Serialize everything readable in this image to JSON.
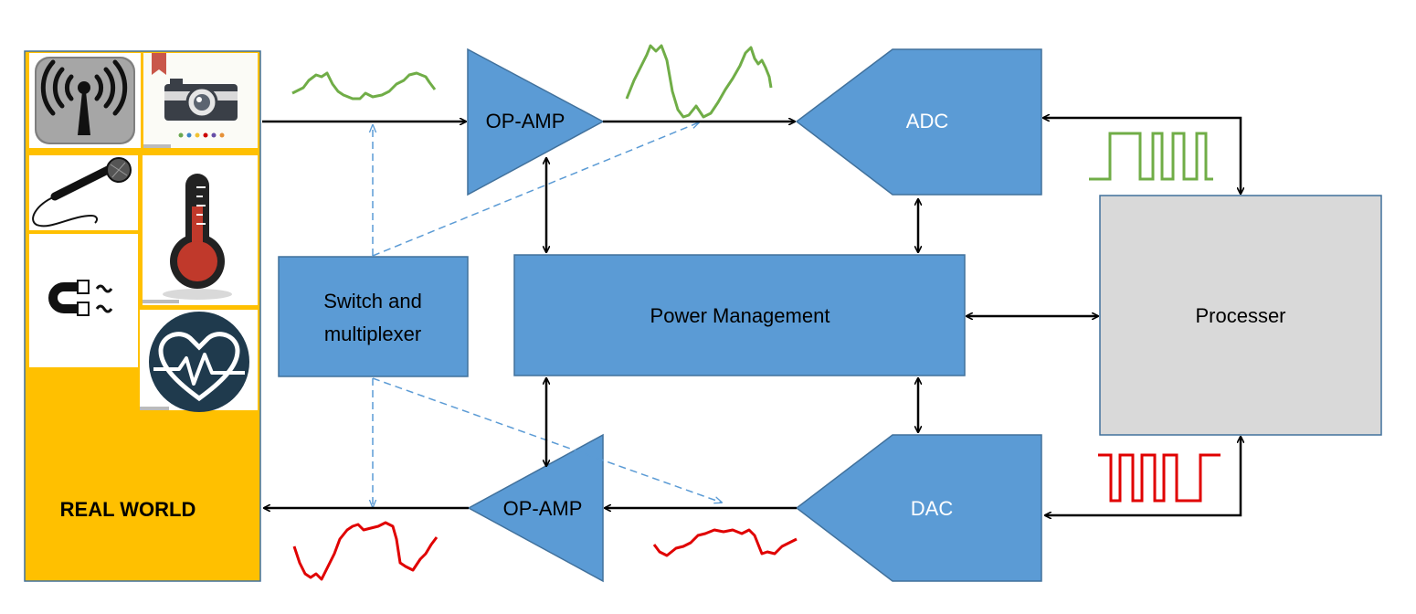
{
  "real_world": {
    "label": "REAL WORLD"
  },
  "sensors": [
    {
      "name": "wireless-antenna"
    },
    {
      "name": "camera"
    },
    {
      "name": "microphone"
    },
    {
      "name": "thermometer"
    },
    {
      "name": "magnet"
    },
    {
      "name": "heart-rate"
    }
  ],
  "blocks": {
    "op_amp_top": "OP-AMP",
    "op_amp_bottom": "OP-AMP",
    "adc": "ADC",
    "dac": "DAC",
    "switch_line1": "Switch and",
    "switch_line2": "multiplexer",
    "power": "Power Management",
    "processor": "Processer"
  },
  "colors": {
    "block_fill": "#5b9bd5",
    "block_stroke": "#41719c",
    "processor_fill": "#d9d9d9",
    "processor_stroke": "#41719c",
    "real_world_fill": "#ffc000",
    "analog_in_signal": "#70ad47",
    "analog_out_signal": "#e00000",
    "control_dashed": "#5b9bd5",
    "arrow": "#000000"
  }
}
